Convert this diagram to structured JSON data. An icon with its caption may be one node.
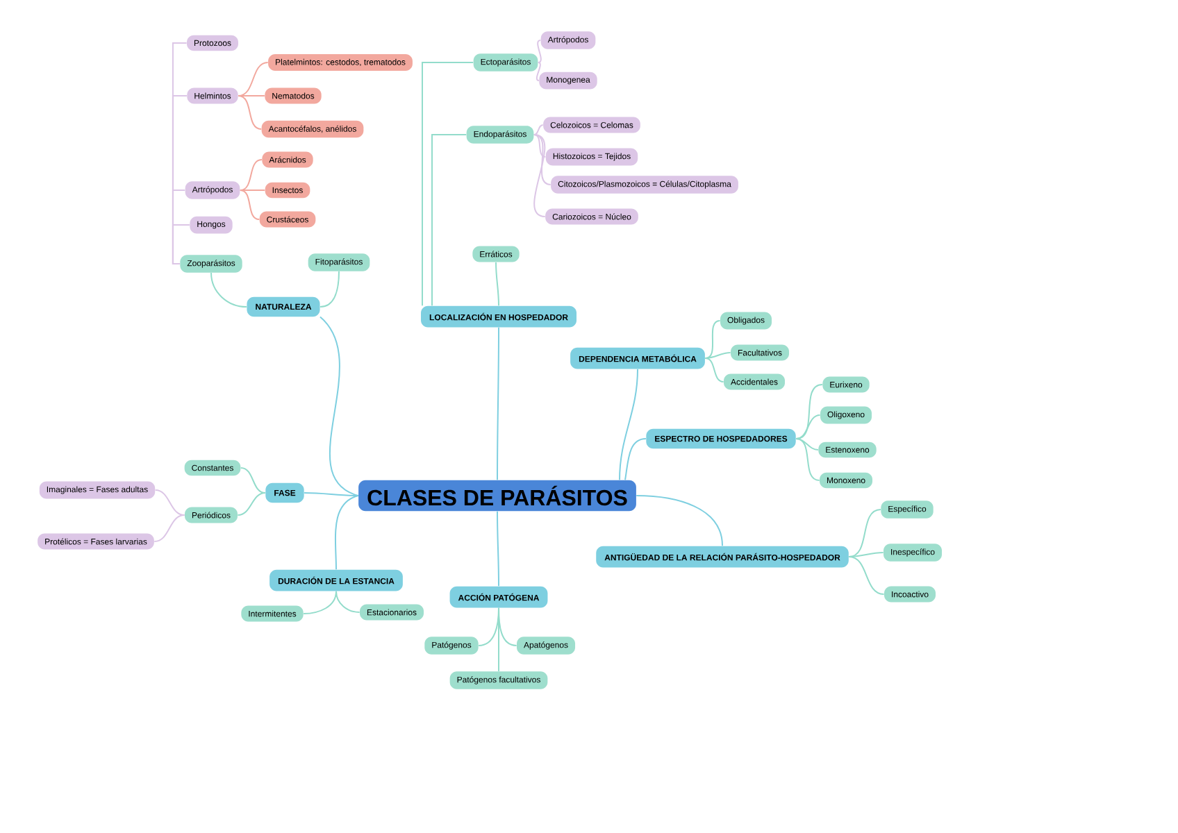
{
  "diagram": {
    "nodes": [
      {
        "text": [
          "CLASES DE PARÁSITOS"
        ]
      },
      {
        "text": [
          "NATURALEZA"
        ]
      },
      {
        "text": [
          "Zooparásitos"
        ]
      },
      {
        "text": [
          "Fitoparásitos"
        ]
      },
      {
        "text": [
          "Protozoos"
        ]
      },
      {
        "text": [
          "Helmintos"
        ]
      },
      {
        "text": [
          "Platelmintos: cestodos, trematodos"
        ]
      },
      {
        "text": [
          "Nematodos"
        ]
      },
      {
        "text": [
          "Acantocéfalos, anélidos"
        ]
      },
      {
        "text": [
          "Artrópodos"
        ]
      },
      {
        "text": [
          "Arácnidos"
        ]
      },
      {
        "text": [
          "Insectos"
        ]
      },
      {
        "text": [
          "Crustáceos"
        ]
      },
      {
        "text": [
          "Hongos"
        ]
      },
      {
        "text": [
          "LOCALIZACIÓN EN HOSPEDADOR"
        ]
      },
      {
        "text": [
          "Ectoparásitos"
        ]
      },
      {
        "text": [
          "Artrópodos"
        ]
      },
      {
        "text": [
          "Monogenea"
        ]
      },
      {
        "text": [
          "Endoparásitos"
        ]
      },
      {
        "text": [
          "Celozoicos = Celomas"
        ]
      },
      {
        "text": [
          "Histozoicos = Tejidos"
        ]
      },
      {
        "text": [
          "Citozoicos/Plasmozoicos = Células/Citoplasma"
        ]
      },
      {
        "text": [
          "Cariozoicos = Núcleo"
        ]
      },
      {
        "text": [
          "Erráticos"
        ]
      },
      {
        "text": [
          "DEPENDENCIA METABÓLICA"
        ]
      },
      {
        "text": [
          "Obligados"
        ]
      },
      {
        "text": [
          "Facultativos"
        ]
      },
      {
        "text": [
          "Accidentales"
        ]
      },
      {
        "text": [
          "ESPECTRO DE HOSPEDADORES"
        ]
      },
      {
        "text": [
          "Eurixeno"
        ]
      },
      {
        "text": [
          "Oligoxeno"
        ]
      },
      {
        "text": [
          "Estenoxeno"
        ]
      },
      {
        "text": [
          "Monoxeno"
        ]
      },
      {
        "text": [
          "ANTIGÜEDAD DE LA RELACIÓN PARÁSITO-HOSPEDADOR"
        ]
      },
      {
        "text": [
          "Específico"
        ]
      },
      {
        "text": [
          "Inespecífico"
        ]
      },
      {
        "text": [
          "Incoactivo"
        ]
      },
      {
        "text": [
          "FASE"
        ]
      },
      {
        "text": [
          "Constantes"
        ]
      },
      {
        "text": [
          "Periódicos"
        ]
      },
      {
        "text": [
          "Imaginales = Fases adultas"
        ]
      },
      {
        "text": [
          "Protélicos = Fases larvarias"
        ]
      },
      {
        "text": [
          "DURACIÓN DE LA ESTANCIA"
        ]
      },
      {
        "text": [
          "Intermitentes"
        ]
      },
      {
        "text": [
          "Estacionarios"
        ]
      },
      {
        "text": [
          "ACCIÓN PATÓGENA"
        ]
      },
      {
        "text": [
          "Patógenos"
        ]
      },
      {
        "text": [
          "Apatógenos"
        ]
      },
      {
        "text": [
          "Patógenos facultativos"
        ]
      }
    ],
    "edges": [
      {
        "from": 0,
        "to": 1,
        "arrow": "none",
        "color": "#7ecfe0"
      },
      {
        "from": 1,
        "to": 2,
        "arrow": "none"
      },
      {
        "from": 1,
        "to": 3,
        "arrow": "none"
      },
      {
        "from": 2,
        "to": 4,
        "arrow": "none",
        "color": "#dcc6e6"
      },
      {
        "from": 2,
        "to": 5,
        "arrow": "none",
        "color": "#dcc6e6"
      },
      {
        "from": 5,
        "to": 6,
        "arrow": "none",
        "color": "#f2a89e"
      },
      {
        "from": 5,
        "to": 7,
        "arrow": "none",
        "color": "#f2a89e"
      },
      {
        "from": 5,
        "to": 8,
        "arrow": "none",
        "color": "#f2a89e"
      },
      {
        "from": 2,
        "to": 9,
        "arrow": "none",
        "color": "#dcc6e6"
      },
      {
        "from": 9,
        "to": 10,
        "arrow": "none",
        "color": "#f2a89e"
      },
      {
        "from": 9,
        "to": 11,
        "arrow": "none",
        "color": "#f2a89e"
      },
      {
        "from": 9,
        "to": 12,
        "arrow": "none",
        "color": "#f2a89e"
      },
      {
        "from": 2,
        "to": 13,
        "arrow": "none",
        "color": "#dcc6e6"
      },
      {
        "from": 0,
        "to": 14,
        "arrow": "none",
        "color": "#7ecfe0"
      },
      {
        "from": 14,
        "to": 15,
        "arrow": "none"
      },
      {
        "from": 15,
        "to": 16,
        "arrow": "none",
        "color": "#dcc6e6"
      },
      {
        "from": 15,
        "to": 17,
        "arrow": "none",
        "color": "#dcc6e6"
      },
      {
        "from": 14,
        "to": 18,
        "arrow": "none"
      },
      {
        "from": 18,
        "to": 19,
        "arrow": "none",
        "color": "#dcc6e6"
      },
      {
        "from": 18,
        "to": 20,
        "arrow": "none",
        "color": "#dcc6e6"
      },
      {
        "from": 18,
        "to": 21,
        "arrow": "none",
        "color": "#dcc6e6"
      },
      {
        "from": 18,
        "to": 22,
        "arrow": "none",
        "color": "#dcc6e6"
      },
      {
        "from": 14,
        "to": 23,
        "arrow": "none"
      },
      {
        "from": 0,
        "to": 24,
        "arrow": "none",
        "color": "#7ecfe0"
      },
      {
        "from": 24,
        "to": 25,
        "arrow": "none"
      },
      {
        "from": 24,
        "to": 26,
        "arrow": "none"
      },
      {
        "from": 24,
        "to": 27,
        "arrow": "none"
      },
      {
        "from": 0,
        "to": 28,
        "arrow": "none",
        "color": "#7ecfe0"
      },
      {
        "from": 28,
        "to": 29,
        "arrow": "none"
      },
      {
        "from": 28,
        "to": 30,
        "arrow": "none"
      },
      {
        "from": 28,
        "to": 31,
        "arrow": "none"
      },
      {
        "from": 28,
        "to": 32,
        "arrow": "none"
      },
      {
        "from": 0,
        "to": 33,
        "arrow": "none",
        "color": "#7ecfe0"
      },
      {
        "from": 33,
        "to": 34,
        "arrow": "none"
      },
      {
        "from": 33,
        "to": 35,
        "arrow": "none"
      },
      {
        "from": 33,
        "to": 36,
        "arrow": "none"
      },
      {
        "from": 0,
        "to": 37,
        "arrow": "none",
        "color": "#7ecfe0"
      },
      {
        "from": 37,
        "to": 38,
        "arrow": "none"
      },
      {
        "from": 37,
        "to": 39,
        "arrow": "none"
      },
      {
        "from": 39,
        "to": 40,
        "arrow": "none",
        "color": "#dcc6e6"
      },
      {
        "from": 39,
        "to": 41,
        "arrow": "none",
        "color": "#dcc6e6"
      },
      {
        "from": 0,
        "to": 42,
        "arrow": "none",
        "color": "#7ecfe0"
      },
      {
        "from": 42,
        "to": 43,
        "arrow": "none"
      },
      {
        "from": 42,
        "to": 44,
        "arrow": "none"
      },
      {
        "from": 0,
        "to": 45,
        "arrow": "none",
        "color": "#7ecfe0"
      },
      {
        "from": 45,
        "to": 46,
        "arrow": "none"
      },
      {
        "from": 45,
        "to": 47,
        "arrow": "none"
      },
      {
        "from": 45,
        "to": 48,
        "arrow": "none"
      }
    ]
  }
}
